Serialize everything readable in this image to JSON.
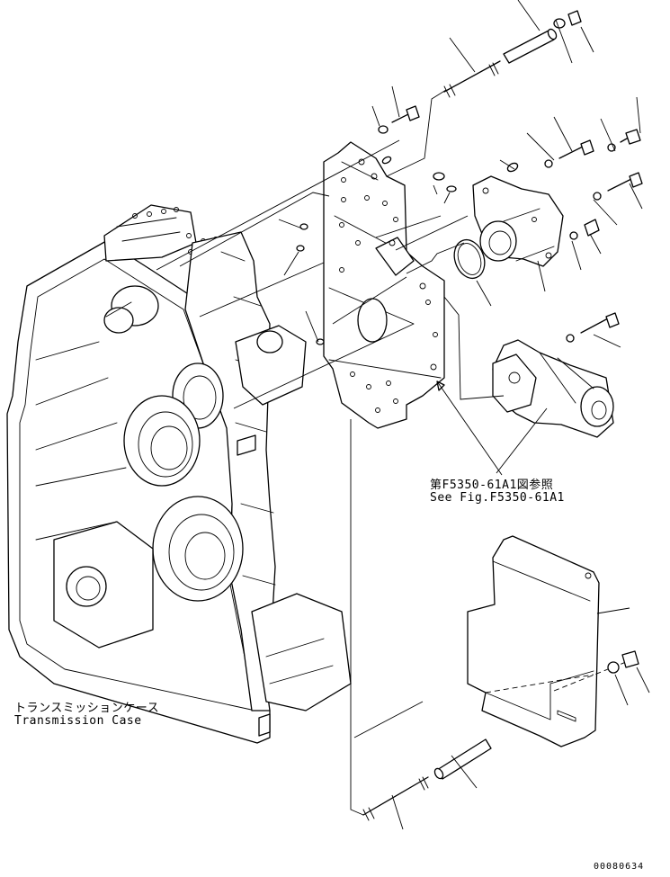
{
  "labels": {
    "transmission_case_jp": "トランスミッションケース",
    "transmission_case_en": "Transmission Case",
    "ref_fig_jp": "第F5350-61A1図参照",
    "ref_fig_en": "See Fig.F5350-61A1"
  },
  "drawing_code": "00080634"
}
